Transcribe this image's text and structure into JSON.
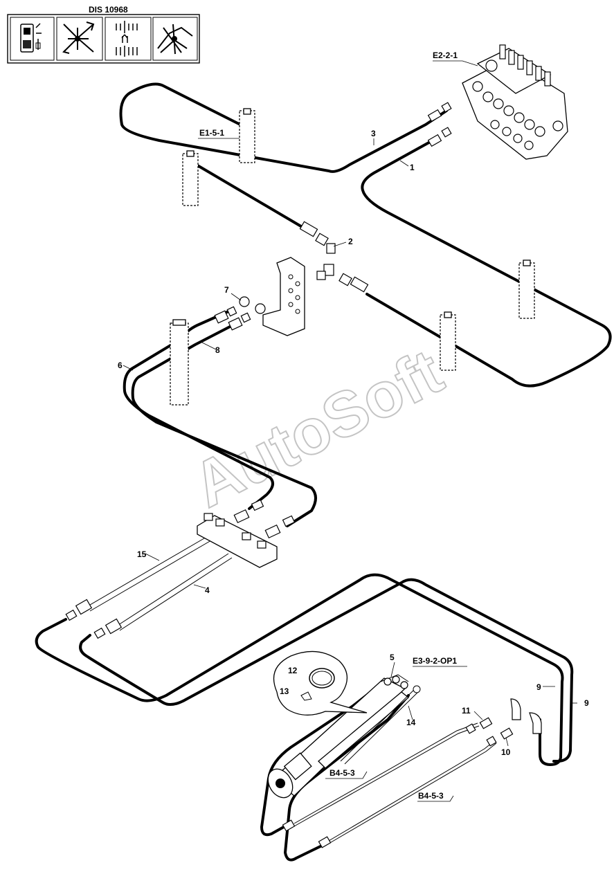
{
  "header": {
    "dis_code": "DIS 10968",
    "icons": [
      "machine-control-icon",
      "boom-movement-icon",
      "hydraulic-adjust-icon",
      "boom-arm-icon"
    ]
  },
  "refs": {
    "e2": "E2-2-1",
    "e1": "E1-5-1",
    "e3": "E3-9-2-OP1",
    "b4a": "B4-5-3",
    "b4b": "B4-5-3"
  },
  "labels": {
    "n1": "1",
    "n2": "2",
    "n3": "3",
    "n4": "4",
    "n5": "5",
    "n6": "6",
    "n7": "7",
    "n8": "8",
    "n9a": "9",
    "n9b": "9",
    "n10": "10",
    "n11": "11",
    "n12": "12",
    "n13": "13",
    "n14": "14",
    "n15": "15"
  },
  "watermark": "AutoSoft"
}
